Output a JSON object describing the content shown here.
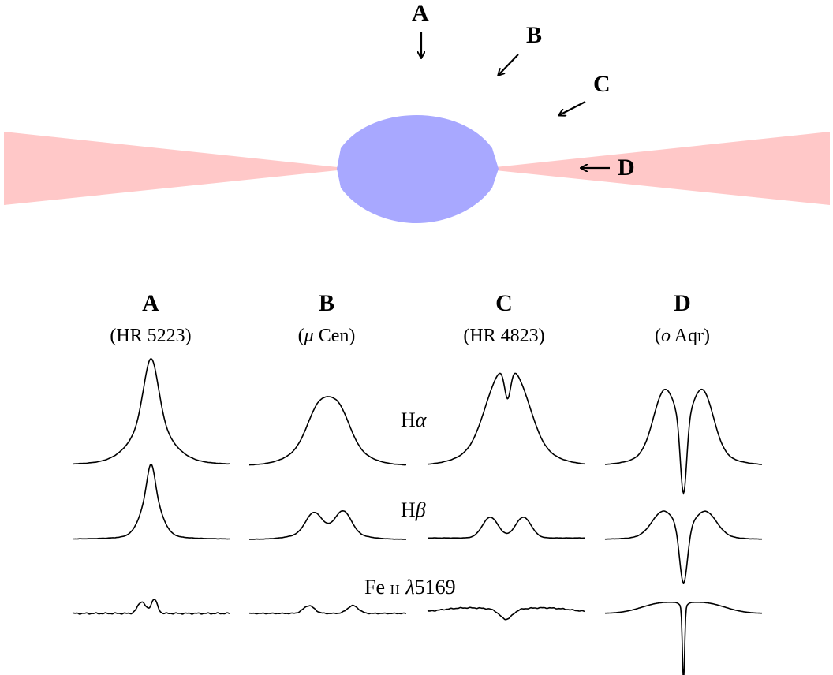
{
  "colors": {
    "disk": "#ffc8c8",
    "star": "#a8a8ff",
    "line": "#000000"
  },
  "views": [
    {
      "id": "A",
      "label": "A"
    },
    {
      "id": "B",
      "label": "B"
    },
    {
      "id": "C",
      "label": "C"
    },
    {
      "id": "D",
      "label": "D"
    }
  ],
  "columns": [
    {
      "letter": "A",
      "star": "(HR 5223)"
    },
    {
      "letter": "B",
      "star_pre": "(",
      "star_sym": "μ",
      "star_post": " Cen)"
    },
    {
      "letter": "C",
      "star": "(HR 4823)"
    },
    {
      "letter": "D",
      "star_pre": "(",
      "star_sym": "o",
      "star_post": " Aqr)"
    }
  ],
  "lines": [
    {
      "id": "halpha",
      "prefix": "H",
      "sym": "α"
    },
    {
      "id": "hbeta",
      "prefix": "H",
      "sym": "β"
    },
    {
      "id": "fe",
      "prefix": "Fe ",
      "ion": "II",
      "sym": " λ",
      "suffix": "5169"
    }
  ]
}
